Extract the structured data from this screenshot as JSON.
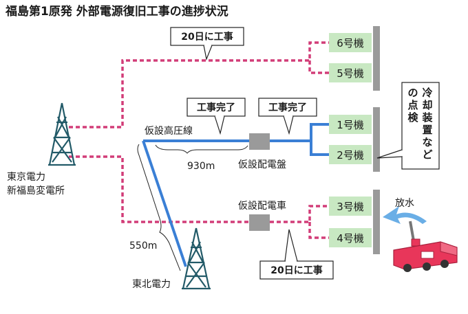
{
  "title": "福島第1原発 外部電源復旧工事の進捗状況",
  "places": {
    "tepco_substation_line1": "東京電力",
    "tepco_substation_line2": "新福島変電所",
    "tohoku": "東北電力"
  },
  "labels": {
    "temp_line": "仮設高圧線",
    "len_930": "930m",
    "len_550": "550m",
    "temp_panel": "仮設配電盤",
    "temp_truck": "仮設配電車",
    "spray": "放水"
  },
  "callouts": {
    "top_work": "20日に工事",
    "done_1": "工事完了",
    "done_2": "工事完了",
    "bottom_work": "20日に工事"
  },
  "units": [
    "6号機",
    "5号機",
    "1号機",
    "2号機",
    "3号機",
    "4号機"
  ],
  "cooling_check": [
    "冷",
    "却",
    "装",
    "置",
    "な",
    "ど",
    "の",
    "点",
    "検"
  ],
  "colors": {
    "completed_line": "#3a7fd5",
    "planned_line": "#d23d78",
    "unit_box": "#c8e8c2",
    "panel": "#9a9a9a",
    "tower": "#225a68",
    "truck": "#e8365a"
  }
}
